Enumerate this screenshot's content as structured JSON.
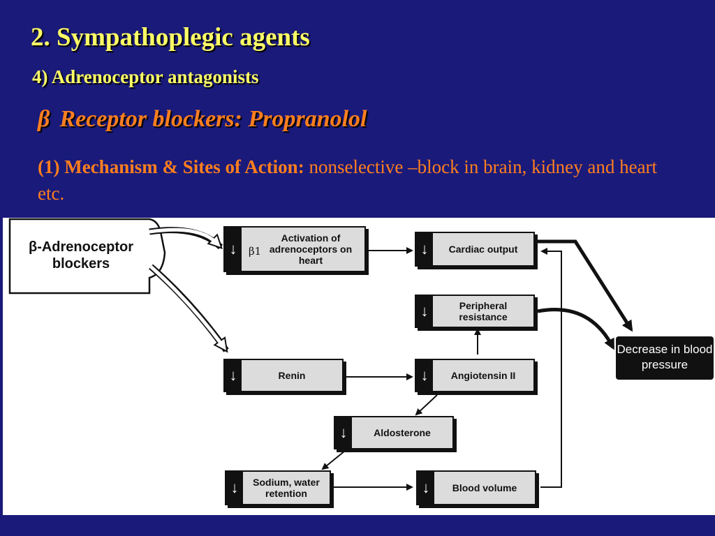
{
  "slide": {
    "title": "2. Sympathoplegic agents",
    "subtitle": "4) Adrenoceptor antagonists",
    "heading_symbol": "β",
    "heading": "Receptor blockers: Propranolol",
    "para_num": "(1)",
    "para_lead": " Mechanism & Sites of Action:",
    "para_text": " nonselective –block in brain, kidney and heart etc."
  },
  "diagram": {
    "source": "β-Adrenoceptor blockers",
    "down_arrow": "↓",
    "beta1": "β1",
    "activation": "Activation of adrenoceptors on heart",
    "renin": "Renin",
    "cardiac": "Cardiac output",
    "peripheral": "Peripheral resistance",
    "angiotensin": "Angiotensin II",
    "aldosterone": "Aldosterone",
    "sodium": "Sodium, water retention",
    "blood_volume": "Blood volume",
    "result": "Decrease in blood pressure"
  },
  "colors": {
    "background": "#1a1a7a",
    "title": "#ffff66",
    "accent": "#ff7f1e"
  }
}
